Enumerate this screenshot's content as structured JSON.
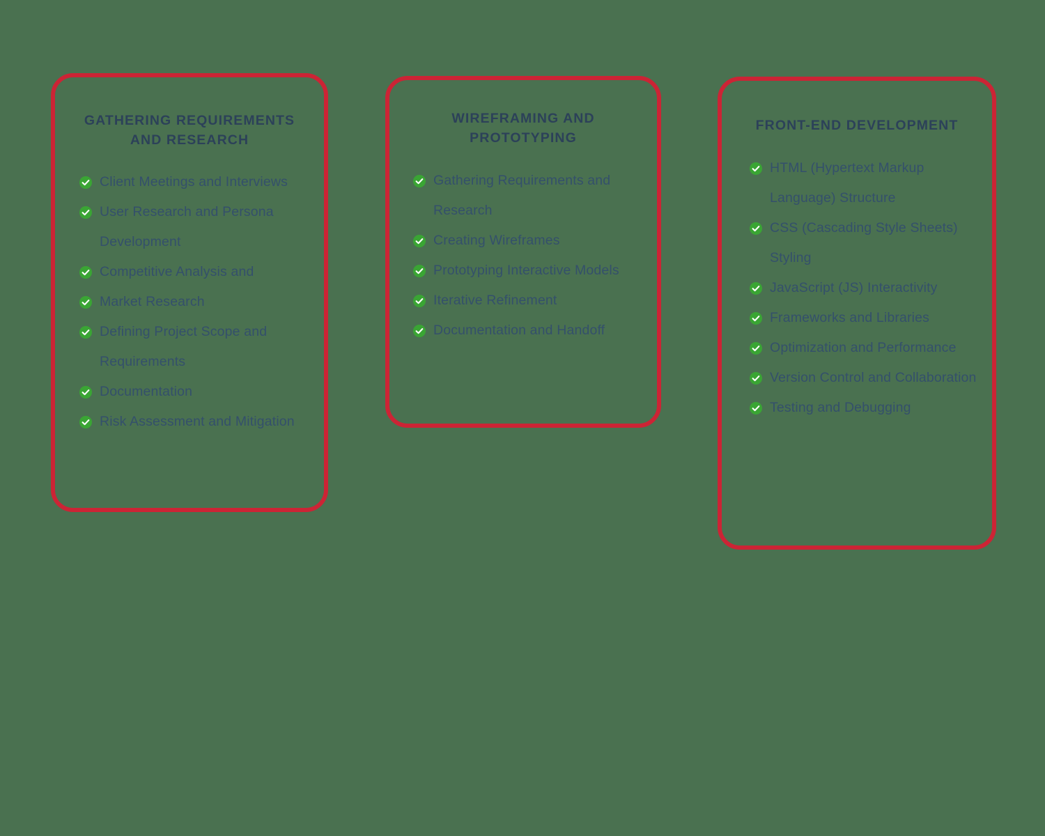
{
  "theme": {
    "background_color": "#4a7150",
    "card_border_color": "#cc2435",
    "title_color": "#2c4159",
    "item_text_color": "#34506b",
    "check_icon_color": "#3aa534",
    "check_mark_color": "#ffffff"
  },
  "cards": [
    {
      "id": "gathering-requirements-and-research",
      "title": "GATHERING REQUIREMENTS\nAND RESEARCH",
      "items": [
        {
          "icon": "check-circle-icon",
          "label": "Client Meetings and Interviews"
        },
        {
          "icon": "check-circle-icon",
          "label": "User Research and Persona Development"
        },
        {
          "icon": "check-circle-icon",
          "label": "Competitive Analysis and"
        },
        {
          "icon": "check-circle-icon",
          "label": "Market Research"
        },
        {
          "icon": "check-circle-icon",
          "label": "Defining Project Scope and Requirements"
        },
        {
          "icon": "check-circle-icon",
          "label": "Documentation"
        },
        {
          "icon": "check-circle-icon",
          "label": "Risk Assessment and Mitigation"
        }
      ]
    },
    {
      "id": "wireframing-and-prototyping",
      "title": "WIREFRAMING AND\nPROTOTYPING",
      "items": [
        {
          "icon": "check-circle-icon",
          "label": "Gathering Requirements and Research"
        },
        {
          "icon": "check-circle-icon",
          "label": "Creating Wireframes"
        },
        {
          "icon": "check-circle-icon",
          "label": "Prototyping Interactive Models"
        },
        {
          "icon": "check-circle-icon",
          "label": "Iterative Refinement"
        },
        {
          "icon": "check-circle-icon",
          "label": "Documentation and Handoff"
        }
      ]
    },
    {
      "id": "front-end-development",
      "title": "FRONT-END DEVELOPMENT",
      "items": [
        {
          "icon": "check-circle-icon",
          "label": "HTML (Hypertext Markup Language) Structure"
        },
        {
          "icon": "check-circle-icon",
          "label": "CSS (Cascading Style Sheets) Styling"
        },
        {
          "icon": "check-circle-icon",
          "label": "JavaScript (JS) Interactivity"
        },
        {
          "icon": "check-circle-icon",
          "label": "Frameworks and Libraries"
        },
        {
          "icon": "check-circle-icon",
          "label": "Optimization and Performance"
        },
        {
          "icon": "check-circle-icon",
          "label": "Version Control and Collaboration"
        },
        {
          "icon": "check-circle-icon",
          "label": "Testing and Debugging"
        }
      ]
    }
  ]
}
